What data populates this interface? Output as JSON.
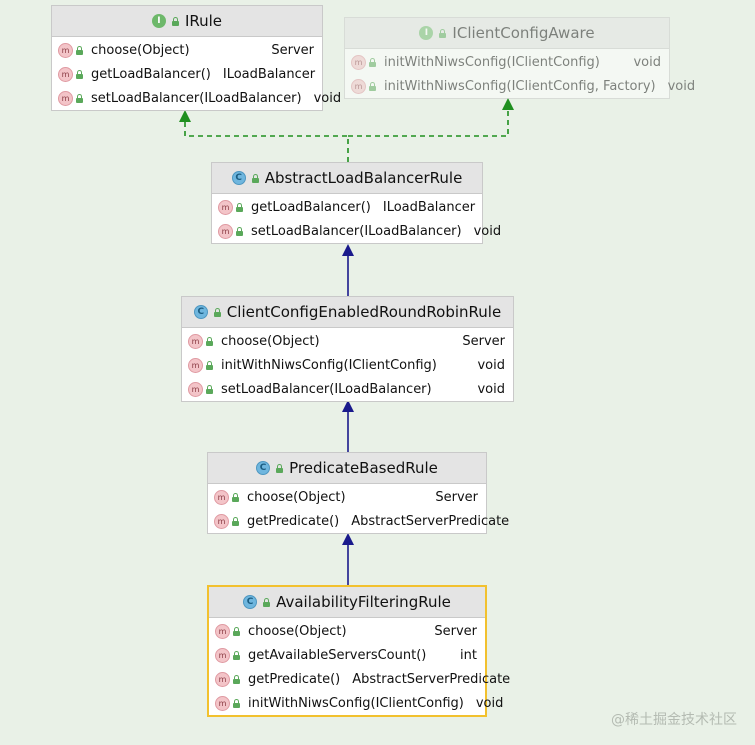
{
  "diagram": {
    "classes": [
      {
        "id": "irule",
        "badge": "I",
        "name": "IRule",
        "members": [
          {
            "badge": "m",
            "name": "choose(Object)",
            "type": "Server"
          },
          {
            "badge": "m",
            "name": "getLoadBalancer()",
            "type": "ILoadBalancer"
          },
          {
            "badge": "m",
            "name": "setLoadBalancer(ILoadBalancer)",
            "type": "void"
          }
        ]
      },
      {
        "id": "iclientconfigaware",
        "badge": "I",
        "name": "IClientConfigAware",
        "members": [
          {
            "badge": "m",
            "name": "initWithNiwsConfig(IClientConfig)",
            "type": "void"
          },
          {
            "badge": "m",
            "name": "initWithNiwsConfig(IClientConfig, Factory)",
            "type": "void"
          }
        ]
      },
      {
        "id": "abstractloadbalancerrule",
        "badge": "C",
        "name": "AbstractLoadBalancerRule",
        "members": [
          {
            "badge": "m",
            "name": "getLoadBalancer()",
            "type": "ILoadBalancer"
          },
          {
            "badge": "m",
            "name": "setLoadBalancer(ILoadBalancer)",
            "type": "void"
          }
        ]
      },
      {
        "id": "clientconfigenabledroundrobinrule",
        "badge": "C",
        "name": "ClientConfigEnabledRoundRobinRule",
        "members": [
          {
            "badge": "m",
            "name": "choose(Object)",
            "type": "Server"
          },
          {
            "badge": "m",
            "name": "initWithNiwsConfig(IClientConfig)",
            "type": "void"
          },
          {
            "badge": "m",
            "name": "setLoadBalancer(ILoadBalancer)",
            "type": "void"
          }
        ]
      },
      {
        "id": "predicatebasedrule",
        "badge": "C",
        "name": "PredicateBasedRule",
        "members": [
          {
            "badge": "m",
            "name": "choose(Object)",
            "type": "Server"
          },
          {
            "badge": "m",
            "name": "getPredicate()",
            "type": "AbstractServerPredicate"
          }
        ]
      },
      {
        "id": "availabilityfilteringrule",
        "badge": "C",
        "name": "AvailabilityFilteringRule",
        "members": [
          {
            "badge": "m",
            "name": "choose(Object)",
            "type": "Server"
          },
          {
            "badge": "m",
            "name": "getAvailableServersCount()",
            "type": "int"
          },
          {
            "badge": "m",
            "name": "getPredicate()",
            "type": "AbstractServerPredicate"
          },
          {
            "badge": "m",
            "name": "initWithNiwsConfig(IClientConfig)",
            "type": "void"
          }
        ]
      }
    ],
    "colors": {
      "background": "#e9f1e7",
      "implements_arrow": "#1f8f1f",
      "extends_arrow": "#1a1a8c",
      "selected_border": "#f2c12e"
    }
  },
  "watermark": "@稀土掘金技术社区"
}
